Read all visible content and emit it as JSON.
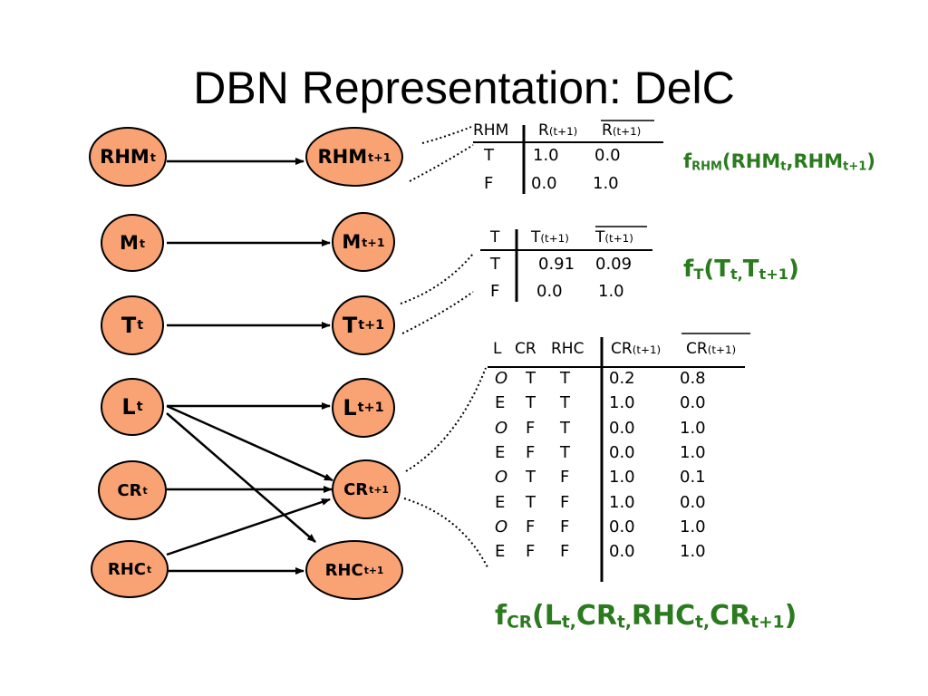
{
  "title": "DBN Representation: DelC",
  "nodes_t": [
    {
      "base": "RHM",
      "sub": "t"
    },
    {
      "base": "M",
      "sub": "t"
    },
    {
      "base": "T",
      "sub": "t"
    },
    {
      "base": "L",
      "sub": "t"
    },
    {
      "base": "CR",
      "sub": "t"
    },
    {
      "base": "RHC",
      "sub": "t"
    }
  ],
  "nodes_t1": [
    {
      "base": "RHM",
      "sub": "t+1"
    },
    {
      "base": "M",
      "sub": "t+1"
    },
    {
      "base": "T",
      "sub": "t+1"
    },
    {
      "base": "L",
      "sub": "t+1"
    },
    {
      "base": "CR",
      "sub": "t+1"
    },
    {
      "base": "RHC",
      "sub": "t+1"
    }
  ],
  "edges": [
    [
      "RHM_t",
      "RHM_t+1"
    ],
    [
      "M_t",
      "M_t+1"
    ],
    [
      "T_t",
      "T_t+1"
    ],
    [
      "L_t",
      "L_t+1"
    ],
    [
      "L_t",
      "CR_t+1"
    ],
    [
      "L_t",
      "RHC_t+1"
    ],
    [
      "CR_t",
      "CR_t+1"
    ],
    [
      "RHC_t",
      "CR_t+1"
    ],
    [
      "RHC_t",
      "RHC_t+1"
    ]
  ],
  "cpt_rhm": {
    "headers": [
      "RHM",
      "R",
      "(t+1)",
      "R",
      "(t+1)"
    ],
    "rows": [
      [
        "T",
        "1.0",
        "0.0"
      ],
      [
        "F",
        "0.0",
        "1.0"
      ]
    ],
    "func": {
      "f": "f",
      "sub": "RHM",
      "args": "(RHM",
      "a1sub": "t",
      "sep": ",RHM",
      "a2sub": "t+1",
      "close": ")"
    }
  },
  "cpt_t": {
    "headers": [
      "T",
      "T",
      "(t+1)",
      "T",
      "(t+1)"
    ],
    "rows": [
      [
        "T",
        "0.91",
        "0.09"
      ],
      [
        "F",
        "0.0",
        "1.0"
      ]
    ],
    "func": {
      "f": "f",
      "sub": "T",
      "args": "(T",
      "a1sub": "t,",
      "sep": "T",
      "a2sub": "t+1",
      "close": ")"
    }
  },
  "cpt_cr": {
    "headers": [
      "L",
      "CR",
      "RHC",
      "CR",
      "(t+1)",
      "CR",
      "(t+1)"
    ],
    "rows": [
      [
        "O",
        "T",
        "T",
        "0.2",
        "0.8"
      ],
      [
        "E",
        "T",
        "T",
        "1.0",
        "0.0"
      ],
      [
        "O",
        "F",
        "T",
        "0.0",
        "1.0"
      ],
      [
        "E",
        "F",
        "T",
        "0.0",
        "1.0"
      ],
      [
        "O",
        "T",
        "F",
        "1.0",
        "0.1"
      ],
      [
        "E",
        "T",
        "F",
        "1.0",
        "0.0"
      ],
      [
        "O",
        "F",
        "F",
        "0.0",
        "1.0"
      ],
      [
        "E",
        "F",
        "F",
        "0.0",
        "1.0"
      ]
    ],
    "func": {
      "f": "f",
      "sub": "CR",
      "args": "(L",
      "a1sub": "t,",
      "mid1": "CR",
      "m1sub": "t,",
      "mid2": "RHC",
      "m2sub": "t,",
      "mid3": "CR",
      "m3sub": "t+1",
      "close": ")"
    }
  },
  "colors": {
    "node_fill": "#f9a274",
    "func_green": "#2a7a1e"
  }
}
